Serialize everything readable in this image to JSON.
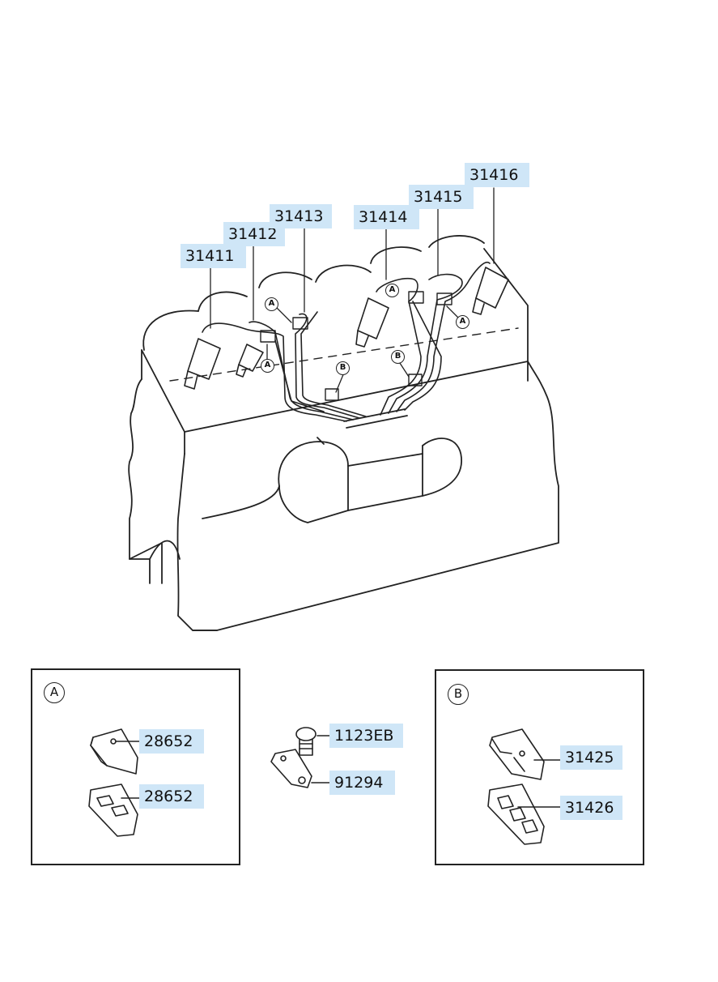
{
  "labels": {
    "p31411": "31411",
    "p31412": "31412",
    "p31413": "31413",
    "p31414": "31414",
    "p31415": "31415",
    "p31416": "31416",
    "p28652a": "28652",
    "p28652b": "28652",
    "p1123EB": "1123EB",
    "p91294": "91294",
    "p31425": "31425",
    "p31426": "31426"
  },
  "callouts": {
    "a": "A",
    "b": "B"
  },
  "colors": {
    "label_bg": "#cfe6f7",
    "line": "#222222"
  }
}
